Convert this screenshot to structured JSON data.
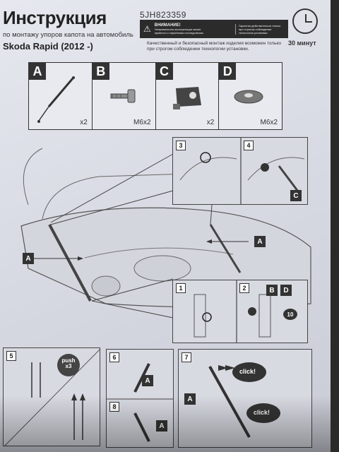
{
  "header": {
    "title": "Инструкция",
    "subtitle": "по монтажу упоров капота на автомобиль",
    "model": "Skoda Rapid (2012 -)",
    "part_number": "5JH823359"
  },
  "warning": {
    "heading": "ВНИМАНИЕ!",
    "body": "Неправильная эксплуатация может привести к серьёзным последствиям",
    "right": "Гарантия действительна только при строгом соблюдении технологии установки"
  },
  "quality_note": "Качественный и безопасный монтаж изделия возможен только при строгом соблюдении технологии установки.",
  "time_label": "30 минут",
  "parts": [
    {
      "letter": "A",
      "qty": "x2",
      "icon": "gas-strut-icon"
    },
    {
      "letter": "B",
      "qty": "M6x2",
      "icon": "bolt-icon"
    },
    {
      "letter": "C",
      "qty": "x2",
      "icon": "bracket-icon"
    },
    {
      "letter": "D",
      "qty": "M6x2",
      "icon": "washer-icon"
    }
  ],
  "steps": {
    "s1": "1",
    "s2": "2",
    "s3": "3",
    "s4": "4",
    "s5": "5",
    "s6": "6",
    "s7": "7",
    "s8": "8"
  },
  "callouts": {
    "a": "A",
    "b": "B",
    "c": "C",
    "d": "D",
    "ten": "10"
  },
  "push_label": "push x3",
  "click_label": "click!"
}
